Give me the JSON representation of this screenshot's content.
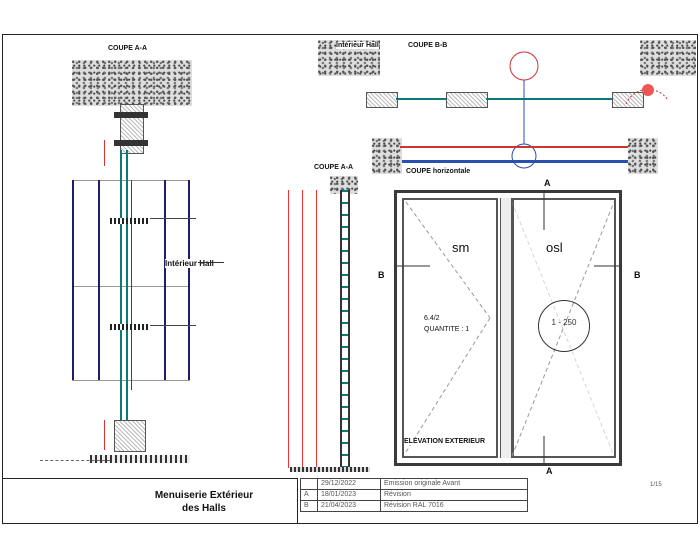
{
  "drawing": {
    "left_section": {
      "title": "COUPE A-A",
      "interior_label": "Intérieur Hall"
    },
    "plan_section": {
      "title": "COUPE B-B",
      "interior_label": "Intérieur Hall",
      "horizontal_label": "COUPE horizontale"
    },
    "small_section": {
      "title": "COUPE A-A"
    },
    "elevation": {
      "title": "ELEVATION EXTERIEUR",
      "left_leaf_text": "sm",
      "right_leaf_text": "osl",
      "glass_label": "6.4/2",
      "quantity_label": "QUANTITE : 1",
      "section_mark_a": "A",
      "section_mark_b": "B",
      "circle_text": "1 - 250"
    }
  },
  "title_block": {
    "title_line1": "Menuiserie Extérieur",
    "title_line2": "des Halls",
    "revisions": [
      {
        "index": "",
        "date": "29/12/2022",
        "desc": "Emission originale Avant"
      },
      {
        "index": "A",
        "date": "18/01/2023",
        "desc": "Révision"
      },
      {
        "index": "B",
        "date": "21/04/2023",
        "desc": "Révision RAL 7016"
      }
    ],
    "sheet_label": "1/15"
  }
}
